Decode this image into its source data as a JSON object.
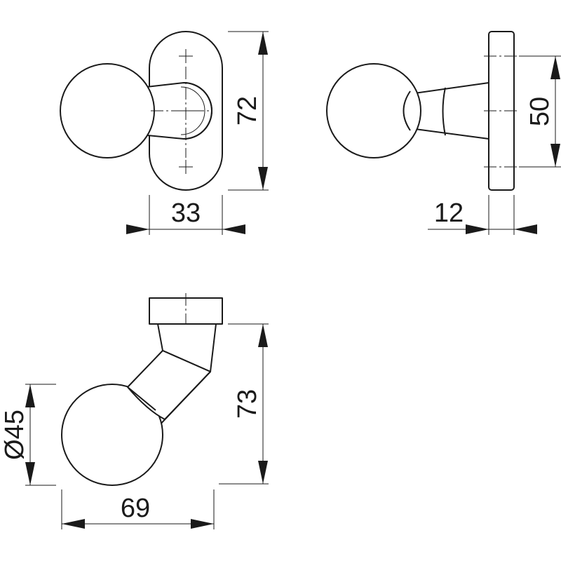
{
  "dimensions": {
    "front_rose_width": "33",
    "front_rose_height": "72",
    "side_rose_thickness": "12",
    "side_screw_spacing": "50",
    "knob_diameter": "Ø45",
    "total_projection": "69",
    "total_height": "73"
  },
  "colors": {
    "line": "#1a1a1a",
    "background": "#ffffff"
  }
}
